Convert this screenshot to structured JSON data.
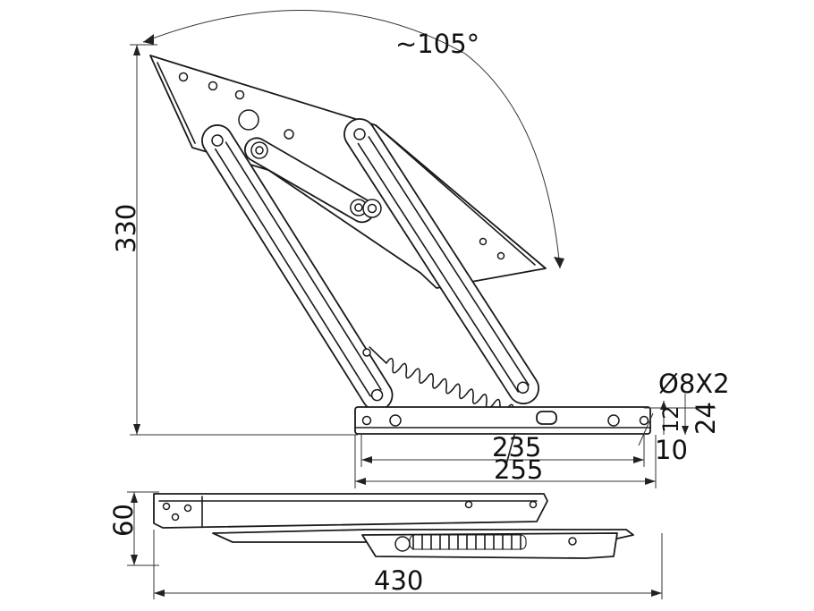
{
  "dimensions": {
    "angle": "~105°",
    "height": "330",
    "length_235": "235",
    "length_255": "255",
    "hole_spec": "Ø8X2",
    "offset_12": "12",
    "offset_24": "24",
    "offset_10": "10",
    "side_height": "60",
    "side_length": "430"
  }
}
